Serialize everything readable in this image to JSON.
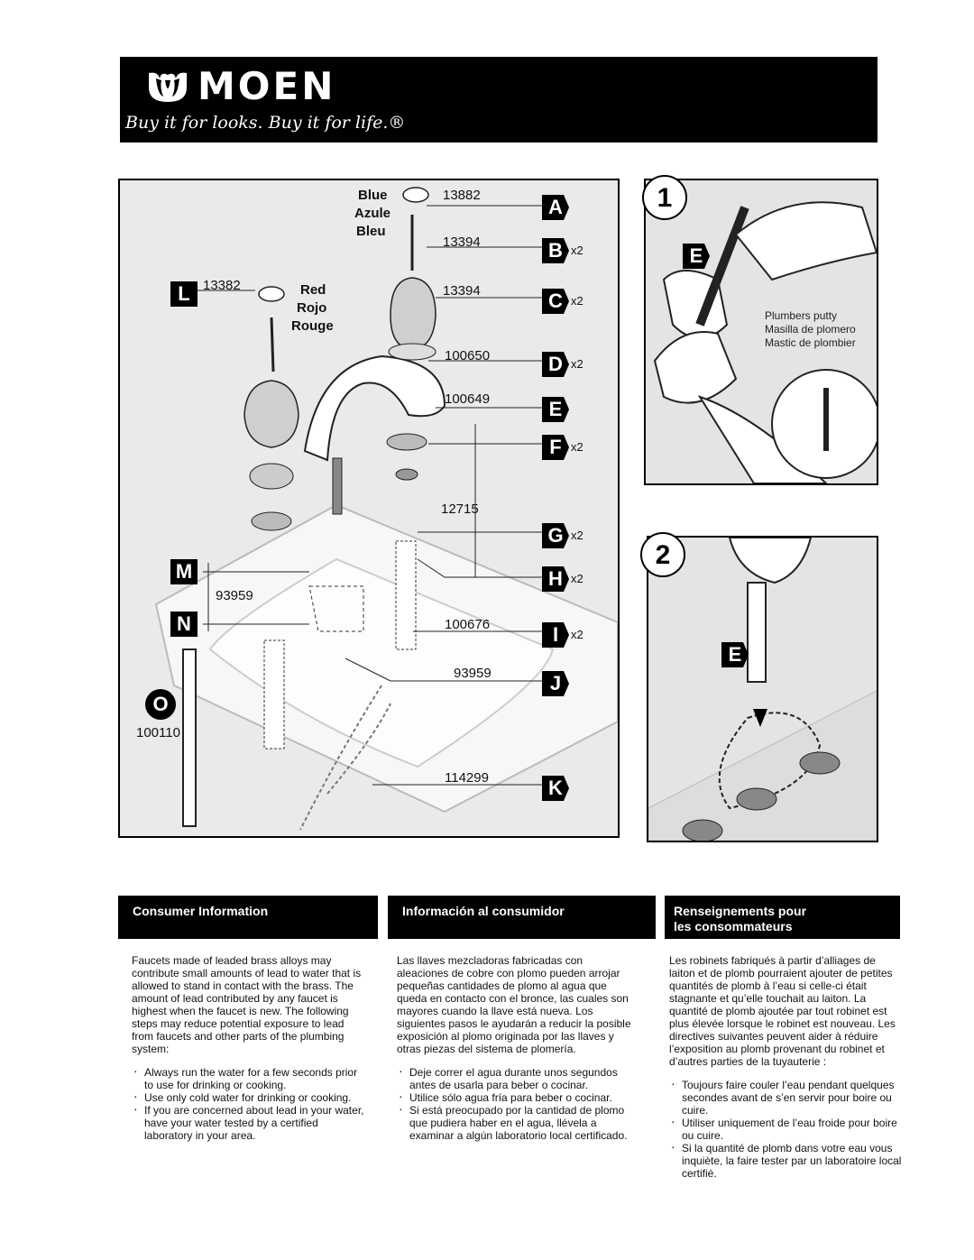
{
  "brand": {
    "name": "MOEN",
    "tagline": "Buy it for looks. Buy it for life.®"
  },
  "parts": {
    "blue_labels": [
      "Blue",
      "Azule",
      "Bleu"
    ],
    "red_labels": [
      "Red",
      "Rojo",
      "Rouge"
    ],
    "items": [
      {
        "letter": "A",
        "number": "13882",
        "qty": ""
      },
      {
        "letter": "B",
        "number": "13394",
        "qty": "x2"
      },
      {
        "letter": "C",
        "number": "13394",
        "qty": "x2"
      },
      {
        "letter": "D",
        "number": "100650",
        "qty": "x2"
      },
      {
        "letter": "E",
        "number": "100649",
        "qty": ""
      },
      {
        "letter": "F",
        "number": "",
        "qty": "x2"
      },
      {
        "letter": "G",
        "number": "12715",
        "qty": "x2"
      },
      {
        "letter": "H",
        "number": "",
        "qty": "x2"
      },
      {
        "letter": "I",
        "number": "100676",
        "qty": "x2"
      },
      {
        "letter": "J",
        "number": "93959",
        "qty": ""
      },
      {
        "letter": "K",
        "number": "114299",
        "qty": ""
      },
      {
        "letter": "L",
        "number": "13382",
        "qty": ""
      },
      {
        "letter": "M",
        "number": "93959",
        "qty": ""
      },
      {
        "letter": "N",
        "number": "",
        "qty": ""
      },
      {
        "letter": "O",
        "number": "100110",
        "qty": ""
      }
    ]
  },
  "steps": {
    "step1": {
      "number": "1",
      "callout": "E",
      "putty": [
        "Plumbers putty",
        "Masilla de plomero",
        "Mastic de plombier"
      ]
    },
    "step2": {
      "number": "2",
      "callout": "E"
    }
  },
  "consumer_info": {
    "english": {
      "title": "Consumer Information",
      "intro": "Faucets made of leaded brass alloys may contribute small amounts of lead to water that is allowed to stand in contact with the brass. The amount of lead contributed by any faucet is highest when the faucet is new. The following steps may reduce potential exposure to lead from faucets and other parts of the plumbing system:",
      "bullets": [
        "Always run the water for a few seconds prior to use for drinking or cooking.",
        "Use only cold water for drinking or cooking.",
        "If you are concerned about lead in your water, have your water tested by a certified laboratory in your area."
      ]
    },
    "spanish": {
      "title": "Información al consumidor",
      "intro": "Las llaves mezcladoras fabricadas con aleaciones de cobre con plomo pueden arrojar pequeñas cantidades de plomo al agua que queda en contacto con el bronce, las cuales son mayores cuando la llave está nueva. Los siguientes pasos le ayudarán a reducir la posible exposición al plomo originada por las llaves y otras piezas del sistema de plomería.",
      "bullets": [
        "Deje correr el agua durante unos segundos antes de usarla para beber o cocinar.",
        "Utilice sólo agua fría para beber o cocinar.",
        "Si está preocupado por la cantidad de plomo que pudiera haber en el agua, llévela a examinar a algún laboratorio local certificado."
      ]
    },
    "french": {
      "title_line1": "Renseignements pour",
      "title_line2": "les consommateurs",
      "intro": "Les robinets fabriqués à partir d’alliages de laiton et de plomb pourraient ajouter de petites quantités de plomb à l’eau si celle-ci était stagnante et qu’elle touchait au laiton. La quantité de plomb ajoutée par tout robinet est plus élevée lorsque le robinet est nouveau. Les directives suivantes peuvent aider à réduire l’exposition au plomb provenant du robinet et d’autres parties de la tuyauterie :",
      "bullets": [
        "Toujours faire couler l’eau pendant quelques secondes avant de s’en servir pour boire ou cuire.",
        "Utiliser uniquement de l’eau froide pour boire ou cuire.",
        "Si la quantité de plomb dans votre eau vous inquiète, la faire tester par un laboratoire local certifié."
      ]
    }
  }
}
